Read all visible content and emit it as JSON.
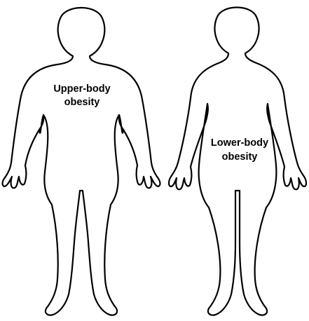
{
  "figure": {
    "left_figure": {
      "label_line1": "Upper-body",
      "label_line2": "obesity"
    },
    "right_figure": {
      "label_line1": "Lower-body",
      "label_line2": "obesity"
    },
    "colors": {
      "background": "#ffffff",
      "outline": "#000000",
      "text": "#000000"
    }
  }
}
